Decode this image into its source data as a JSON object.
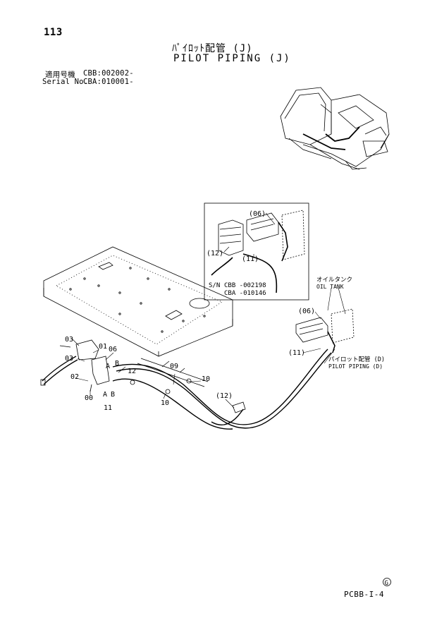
{
  "page_number": "113",
  "title_jp": "ﾊﾟｲﾛｯﾄ配管 (J)",
  "title_en": "PILOT PIPING (J)",
  "applicability": [
    {
      "label": "適用号機",
      "value": "CBB:002002-"
    },
    {
      "label": "Serial No.",
      "value": "CBA:010001-"
    }
  ],
  "inset": {
    "labels": [
      "(06)",
      "(12)",
      "(11)"
    ],
    "serial_note": {
      "prefix": "S/N",
      "lines": [
        "CBB  -002198",
        "CBA  -010146"
      ]
    }
  },
  "oil_tank": {
    "jp": "オイルタンク",
    "en": "OIL TANK"
  },
  "pilot_piping_d": {
    "jp": "パイロット配管 (D)",
    "en": "PILOT PIPING (D)"
  },
  "part_labels": [
    "(06)",
    "(11)",
    "03",
    "01",
    "06",
    "03",
    "02",
    "A",
    "B",
    "A",
    "B",
    "00",
    "11",
    "12",
    "09",
    "10",
    "10",
    "(12)"
  ],
  "page_code": "PCBB-I-4",
  "circle_mark": "G"
}
